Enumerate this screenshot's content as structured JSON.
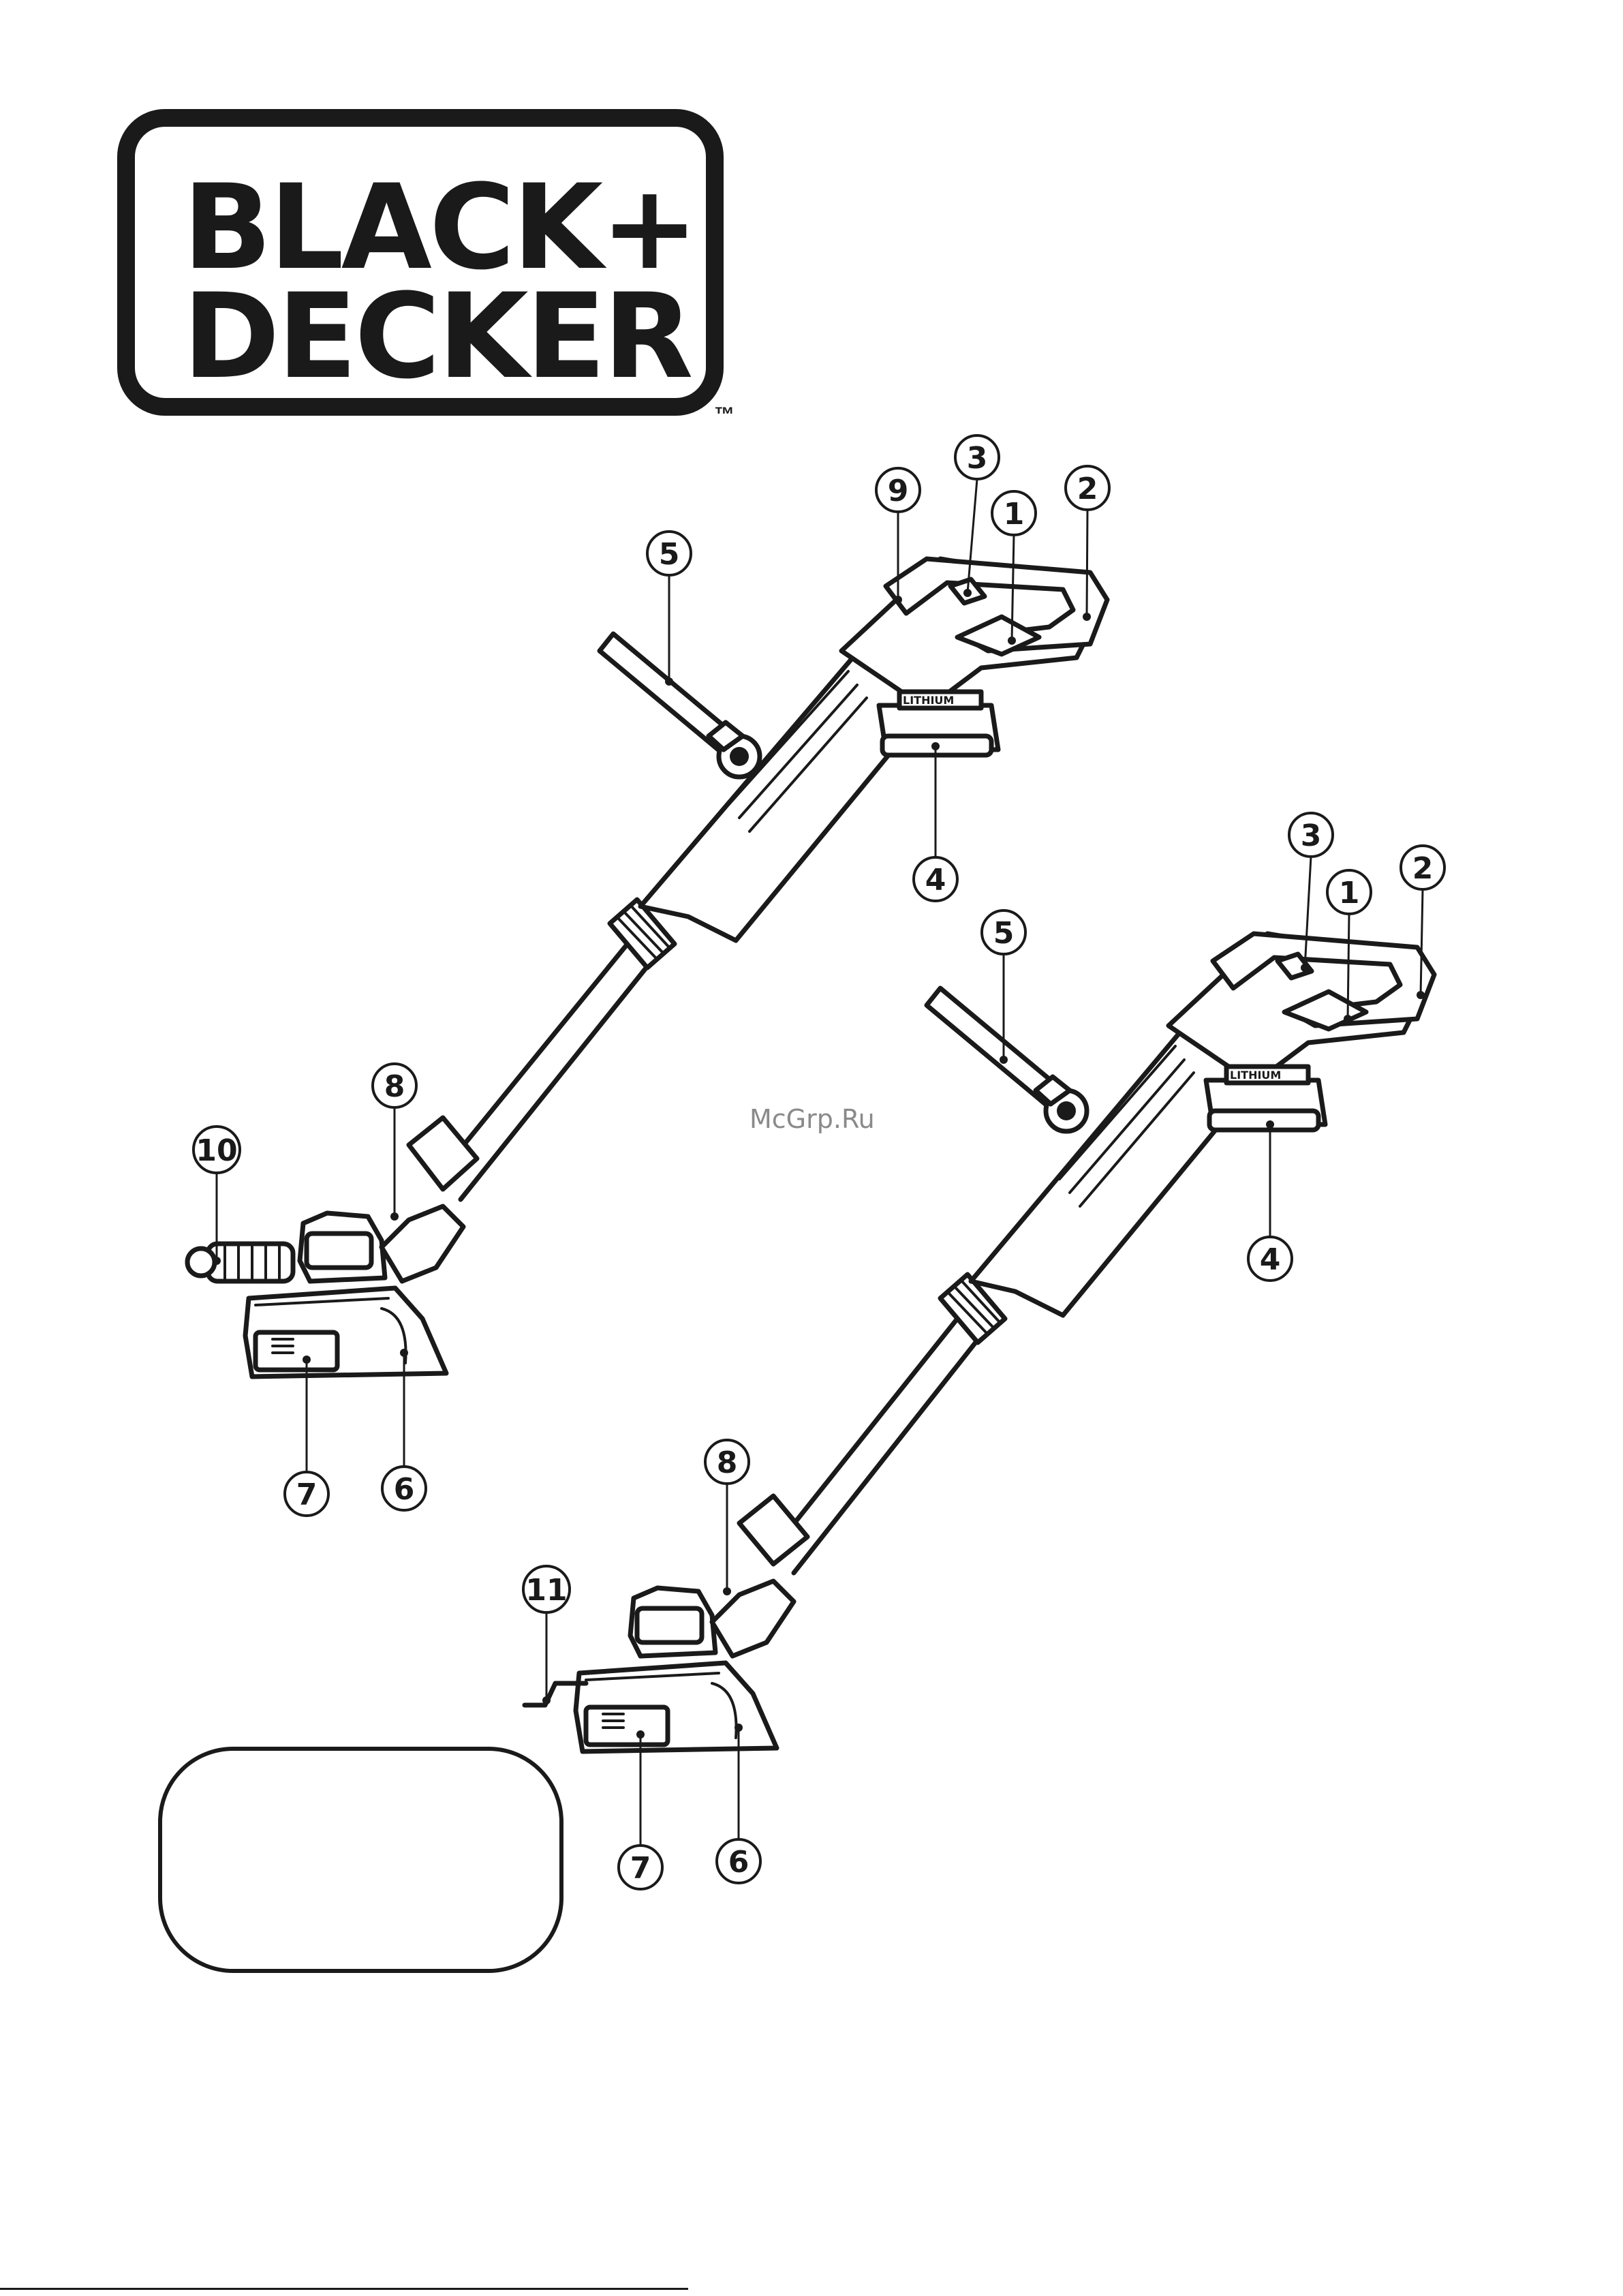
{
  "brand": {
    "line1": "BLACK+",
    "line2": "DECKER",
    "trademark": "™"
  },
  "watermark": "McGrp.Ru",
  "tool_a": {
    "callouts": [
      "9",
      "3",
      "1",
      "2",
      "5",
      "4",
      "8",
      "10",
      "7",
      "6"
    ],
    "battery_label": "LITHIUM"
  },
  "tool_b": {
    "callouts": [
      "3",
      "1",
      "2",
      "5",
      "4",
      "8",
      "11",
      "7",
      "6"
    ],
    "battery_label": "LITHIUM"
  },
  "rating_box": {
    "text": ""
  }
}
